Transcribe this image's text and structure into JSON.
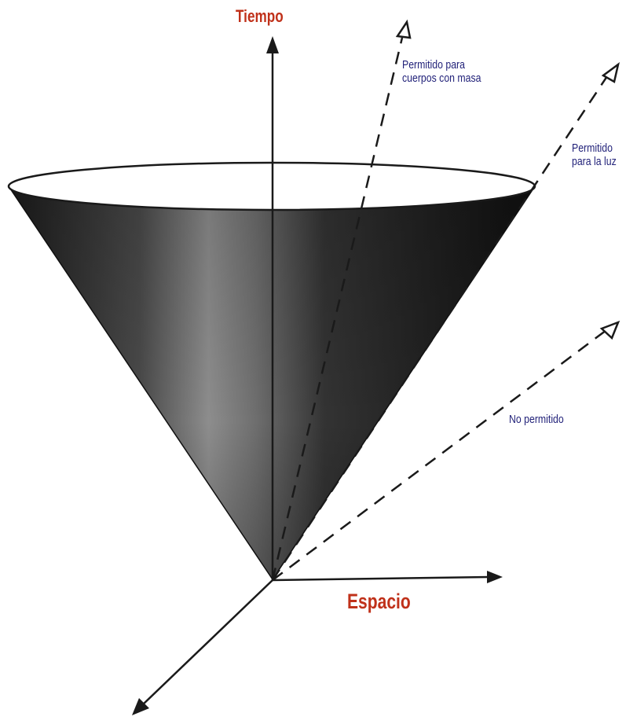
{
  "axes": {
    "time_label": "Tiempo",
    "space_label": "Espacio"
  },
  "rays": {
    "mass_label_line1": "Permitido para",
    "mass_label_line2": "cuerpos con masa",
    "light_label_line1": "Permitido",
    "light_label_line2": "para la luz",
    "forbidden_label": "No permitido"
  },
  "colors": {
    "axis_label": "#c0311a",
    "ray_label": "#23237a",
    "cone_dark": "#151515",
    "cone_light": "#8a8a8a",
    "line": "#1a1a1a"
  }
}
